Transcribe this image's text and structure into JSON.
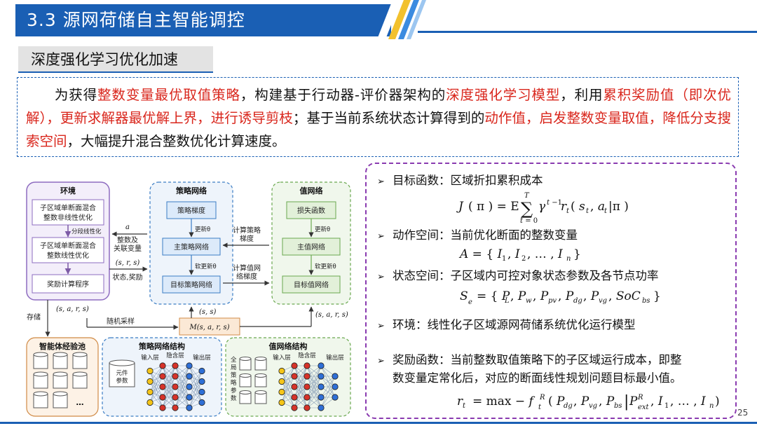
{
  "header": {
    "title": "3.3  源网荷储自主智能调控"
  },
  "subtitle": "深度强化学习优化加速",
  "intro": {
    "s1": "为获得",
    "h1": "整数变量最优取值策略",
    "s2": "，构建基于行动器-评价器架构的",
    "h2": "深度强化学习模型",
    "s3": "，利用",
    "h3": "累积奖励值（即次优解），更新求解器最优解上界，进行诱导剪枝",
    "s4": "；基于当前系统状态计算得到的",
    "h4": "动作值，启发整数变量取值，降低分支搜索空间",
    "s5": "，大幅提升混合整数优化计算速度。"
  },
  "diagram": {
    "env_title": "环境",
    "env_box1": [
      "子区域单断面混合",
      "整数非线性优化"
    ],
    "env_piecewise": "分段线性化",
    "env_box2": [
      "子区域单断面混合",
      "整数线性优化"
    ],
    "env_box3": "奖励计算程序",
    "policy_title": "策略网络",
    "policy_box1": "策略梯度",
    "policy_update": "更新θ",
    "policy_box2": "主策略网络",
    "policy_soft": "软更新θ",
    "policy_box3": "目标策略网络",
    "value_title": "值网络",
    "value_box1": "损失函数",
    "value_update": "更新θ",
    "value_box2": "主值网络",
    "value_soft": "软更新θ",
    "value_box3": "目标值网络",
    "action_var": "a",
    "action_label": [
      "整数及",
      "关联变量"
    ],
    "state_tuple": "(s, r, s)",
    "state_label": "状态,奖励",
    "calc_policy": [
      "计算策略",
      "梯度"
    ],
    "calc_value": [
      "计算值网",
      "络梯度"
    ],
    "store": "存储",
    "store_tuple": "(s, a, r, s)",
    "sample": "随机采样",
    "memory": "M(s, a, r, s)",
    "ss_tuple": "(s, s)",
    "sarr_tuple": "(s, a, r, s)",
    "pool_title": "智能体经验池",
    "pool_ellipsis": "…",
    "pnet_title": "策略网络结构",
    "pnet_layers": [
      "输入层",
      "隐含层",
      "输出层"
    ],
    "pnet_param": [
      "元件",
      "参数"
    ],
    "vnet_title": "值网络结构",
    "vnet_layers": [
      "输入层",
      "隐含层",
      "输出层"
    ],
    "vnet_param": [
      "全",
      "局",
      "策",
      "略",
      "参",
      "数"
    ]
  },
  "right_panel": {
    "item1": "目标函数：区域折扣累积成本",
    "item2": "动作空间：当前优化断面的整数变量",
    "item3": "状态空间：子区域内可控对象状态参数及各节点功率",
    "item4": "环境：线性化子区域源网荷储系统优化运行模型",
    "item5a": "奖励函数：当前整数取值策略下的子区域运行成本，即整",
    "item5b": "数变量定常化后，对应的断面线性规划问题目标最小值。"
  },
  "page_number": "25",
  "colors": {
    "brand_blue": "#1a5fb4",
    "highlight_red": "#d9261c",
    "panel_purple": "#8a3bb0"
  }
}
